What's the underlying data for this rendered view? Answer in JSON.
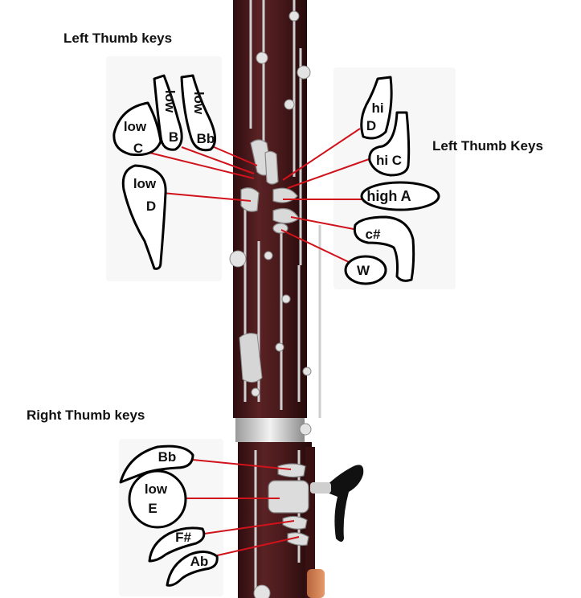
{
  "headings": {
    "left_thumb_upper": "Left Thumb keys",
    "left_thumb_right": "Left Thumb Keys",
    "right_thumb": "Right Thumb keys"
  },
  "keys": {
    "low_c": {
      "line1": "low",
      "line2": "C"
    },
    "low_b": {
      "line1": "low",
      "line2": "B"
    },
    "low_bb": {
      "line1": "low",
      "line2": "Bb"
    },
    "low_d": {
      "line1": "low",
      "line2": "D"
    },
    "hi_d": {
      "line1": "hi",
      "line2": "D"
    },
    "hi_c": {
      "line1": "hi C"
    },
    "high_a": {
      "line1": "high A"
    },
    "c_sharp": {
      "line1": "c#"
    },
    "whisper": {
      "line1": "W"
    },
    "bb": {
      "line1": "Bb"
    },
    "low_e": {
      "line1": "low",
      "line2": "E"
    },
    "f_sharp": {
      "line1": "F#"
    },
    "ab": {
      "line1": "Ab"
    }
  },
  "colors": {
    "pointer": "#d0121b",
    "wood": "#4a1a1c",
    "silver": "#d8d8d8",
    "key_outline": "#000000",
    "crutch": "#111111"
  }
}
